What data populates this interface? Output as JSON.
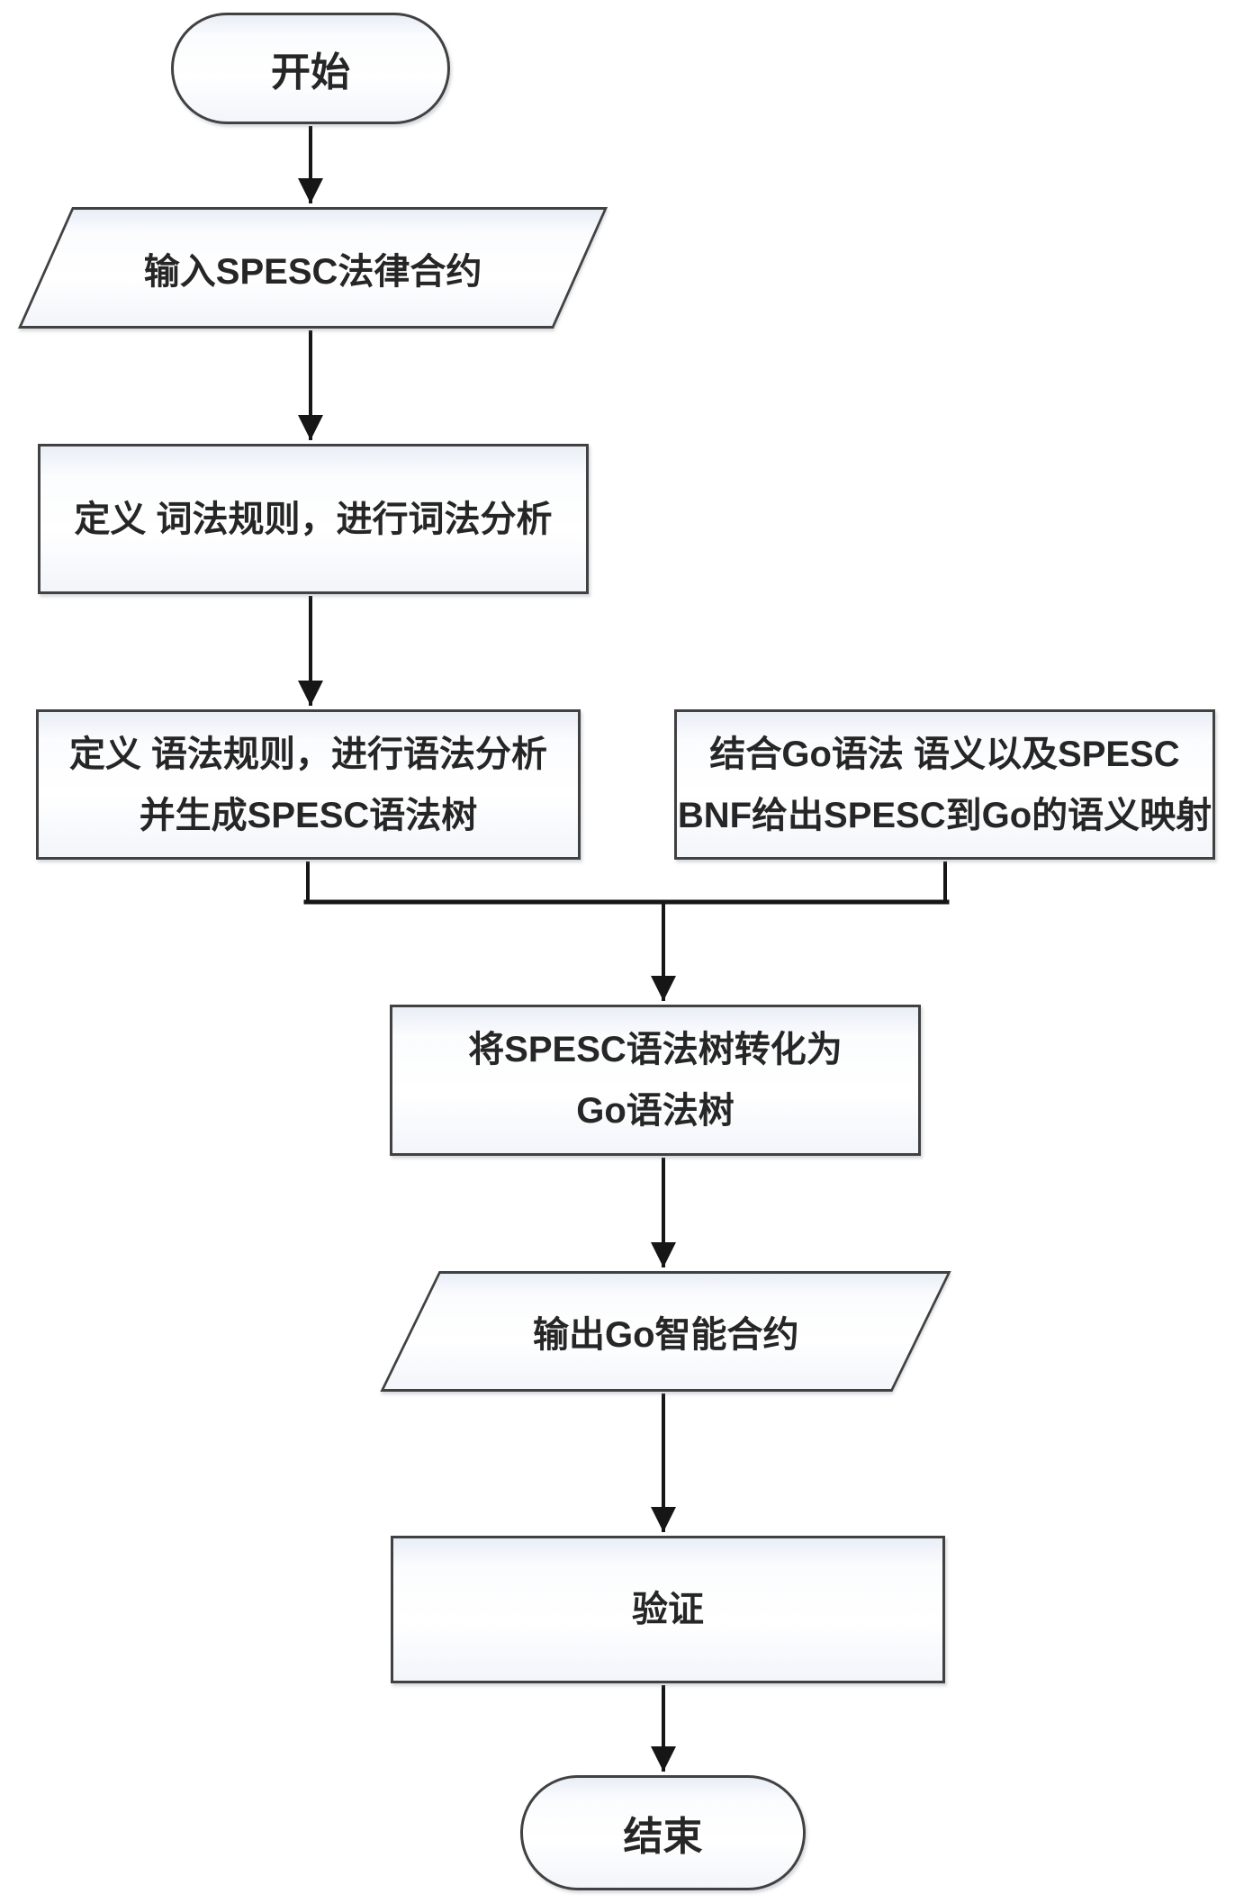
{
  "diagram": {
    "type": "flowchart",
    "nodes": {
      "start": {
        "shape": "terminator",
        "label": "开始"
      },
      "input": {
        "shape": "parallelogram",
        "label": "输入SPESC法律合约"
      },
      "lexical": {
        "shape": "rectangle",
        "label": "定义 词法规则，进行词法分析"
      },
      "syntax": {
        "shape": "rectangle",
        "line1": "定义 语法规则，进行语法分析",
        "line2": "并生成SPESC语法树"
      },
      "mapping": {
        "shape": "rectangle",
        "line1": "结合Go语法 语义以及SPESC",
        "line2": "BNF给出SPESC到Go的语义映射"
      },
      "convert": {
        "shape": "rectangle",
        "line1": "将SPESC语法树转化为",
        "line2": "Go语法树"
      },
      "output": {
        "shape": "parallelogram",
        "label": "输出Go智能合约"
      },
      "verify": {
        "shape": "rectangle",
        "label": "验证"
      },
      "end": {
        "shape": "terminator",
        "label": "结束"
      }
    },
    "edges": [
      {
        "from": "start",
        "to": "input"
      },
      {
        "from": "input",
        "to": "lexical"
      },
      {
        "from": "lexical",
        "to": "syntax"
      },
      {
        "from": "syntax",
        "to": "convert"
      },
      {
        "from": "mapping",
        "to": "convert"
      },
      {
        "from": "convert",
        "to": "output"
      },
      {
        "from": "output",
        "to": "verify"
      },
      {
        "from": "verify",
        "to": "end"
      }
    ],
    "colors": {
      "border": "#414141",
      "arrow": "#161616",
      "text": "#262626"
    }
  }
}
